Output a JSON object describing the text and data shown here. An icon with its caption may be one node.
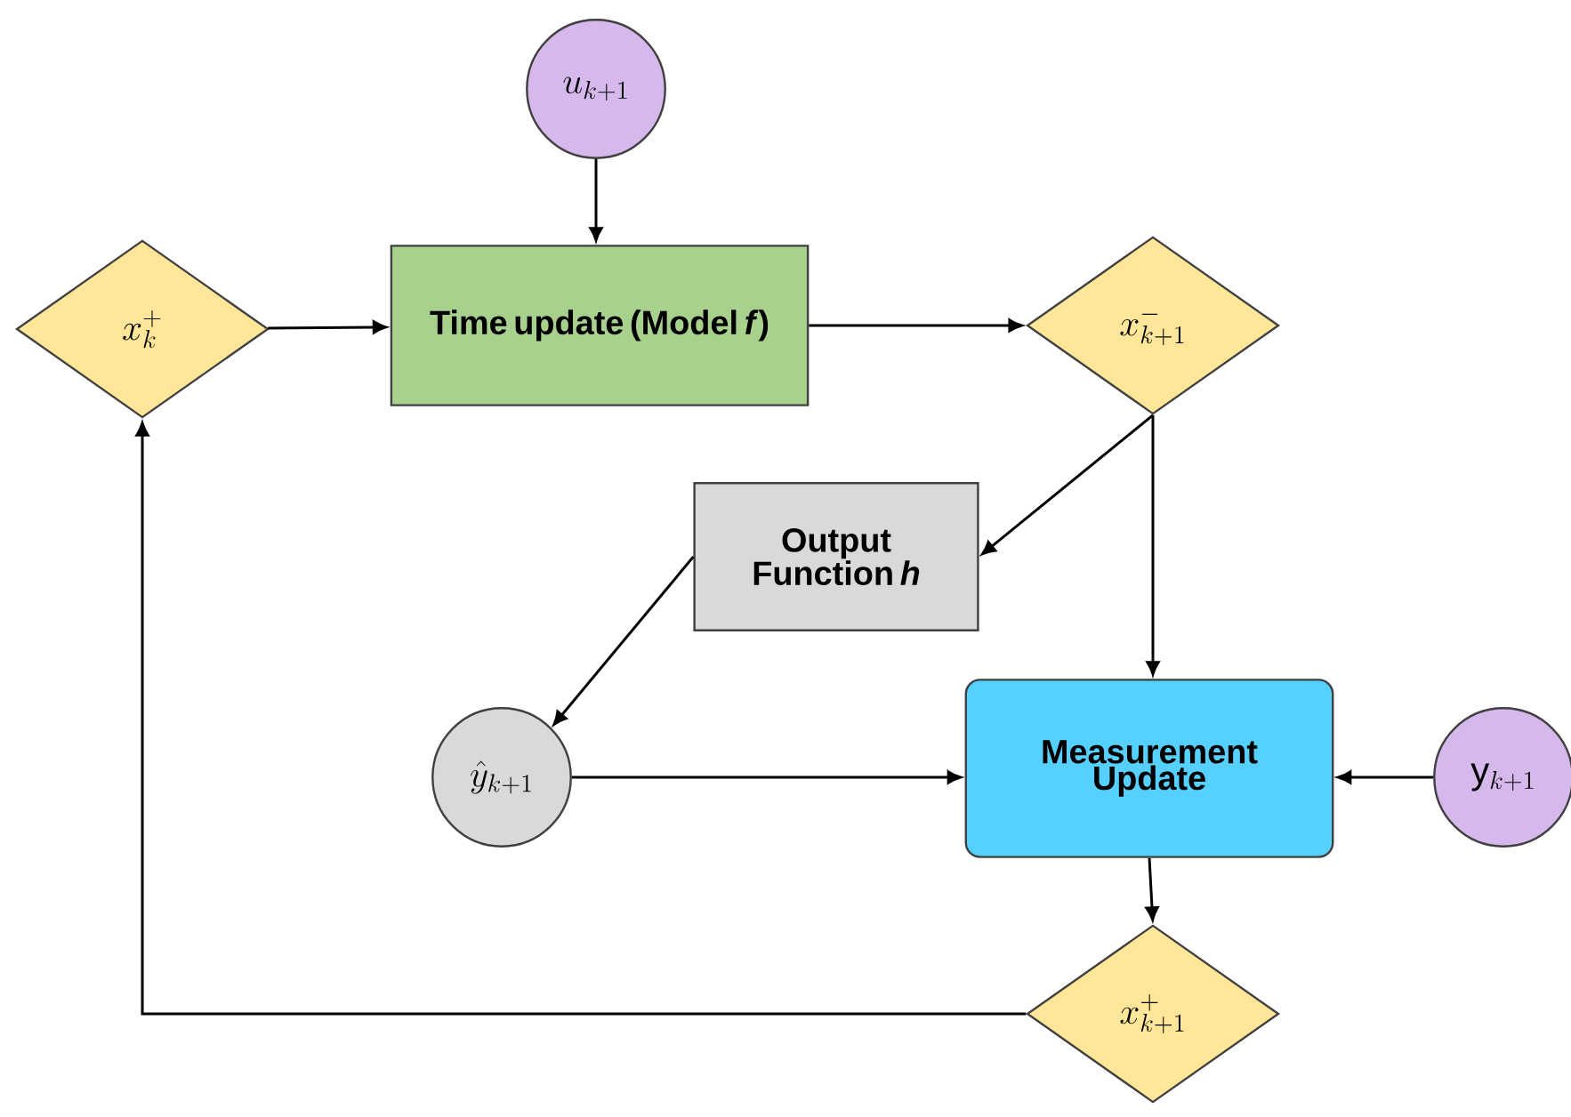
{
  "diagram": {
    "nodes": [
      {
        "text": [
          "u_{k+1}"
        ]
      },
      {
        "text": [
          "x_k^+"
        ]
      },
      {
        "text": [
          "Time update (Model *f*)"
        ]
      },
      {
        "text": [
          "x_{k+1}^-"
        ]
      },
      {
        "text": [
          "Output Function *h*"
        ]
      },
      {
        "text": [
          "\\hat{y}_{k+1}"
        ]
      },
      {
        "text": [
          "Measurement Update"
        ]
      },
      {
        "text": [
          "\\mathrm{y}_{k+1}"
        ]
      },
      {
        "text": [
          "x_{k+1}^+"
        ]
      }
    ],
    "edges": [
      {
        "from": 0,
        "to": 2,
        "arrow": "to"
      },
      {
        "from": 1,
        "to": 2,
        "arrow": "to"
      },
      {
        "from": 2,
        "to": 3,
        "arrow": "to"
      },
      {
        "from": 3,
        "to": 4,
        "arrow": "to"
      },
      {
        "from": 3,
        "to": 6,
        "arrow": "to"
      },
      {
        "from": 4,
        "to": 5,
        "arrow": "to"
      },
      {
        "from": 5,
        "to": 6,
        "arrow": "to"
      },
      {
        "from": 7,
        "to": 6,
        "arrow": "to"
      },
      {
        "from": 6,
        "to": 8,
        "arrow": "to"
      },
      {
        "from": 8,
        "to": 1,
        "arrow": "to"
      }
    ]
  }
}
